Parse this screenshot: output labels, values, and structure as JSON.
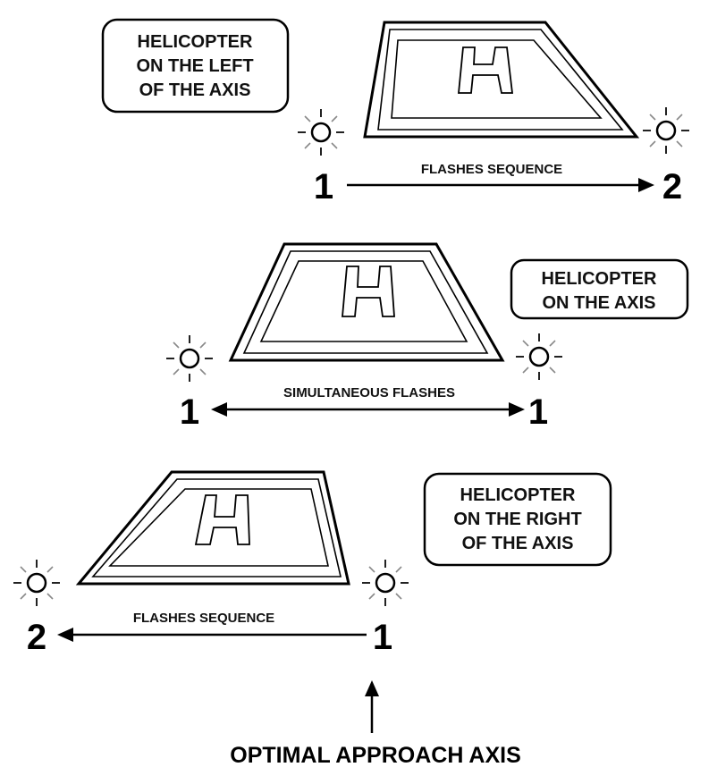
{
  "scenarios": [
    {
      "label_lines": [
        "HELICOPTER",
        "ON THE LEFT",
        "OF THE AXIS"
      ],
      "helipad_letter": "H",
      "flash_caption": "FLASHES SEQUENCE",
      "left_light_number": "1",
      "right_light_number": "2",
      "arrow_direction": "right"
    },
    {
      "label_lines": [
        "HELICOPTER",
        "ON THE AXIS"
      ],
      "helipad_letter": "H",
      "flash_caption": "SIMULTANEOUS FLASHES",
      "left_light_number": "1",
      "right_light_number": "1",
      "arrow_direction": "both"
    },
    {
      "label_lines": [
        "HELICOPTER",
        "ON THE RIGHT",
        "OF THE AXIS"
      ],
      "helipad_letter": "H",
      "flash_caption": "FLASHES SEQUENCE",
      "left_light_number": "2",
      "right_light_number": "1",
      "arrow_direction": "left"
    }
  ],
  "approach_axis_label": "OPTIMAL APPROACH AXIS",
  "colors": {
    "line": "#000000",
    "background": "#ffffff",
    "ray_light": "#888888"
  }
}
